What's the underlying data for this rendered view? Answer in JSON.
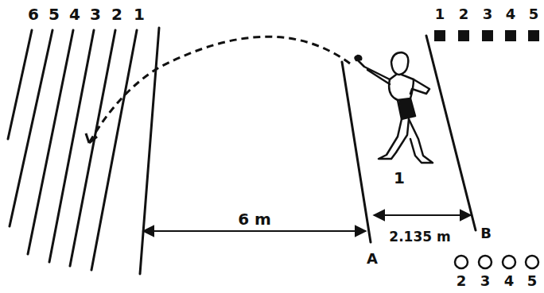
{
  "diagram": {
    "labels": [
      "6",
      "5",
      "4",
      "3",
      "2",
      "1",
      "1",
      "2",
      "3",
      "4",
      "5",
      "6 m",
      "2.135 m",
      "A",
      "B",
      "1",
      "2",
      "3",
      "4",
      "5"
    ]
  }
}
